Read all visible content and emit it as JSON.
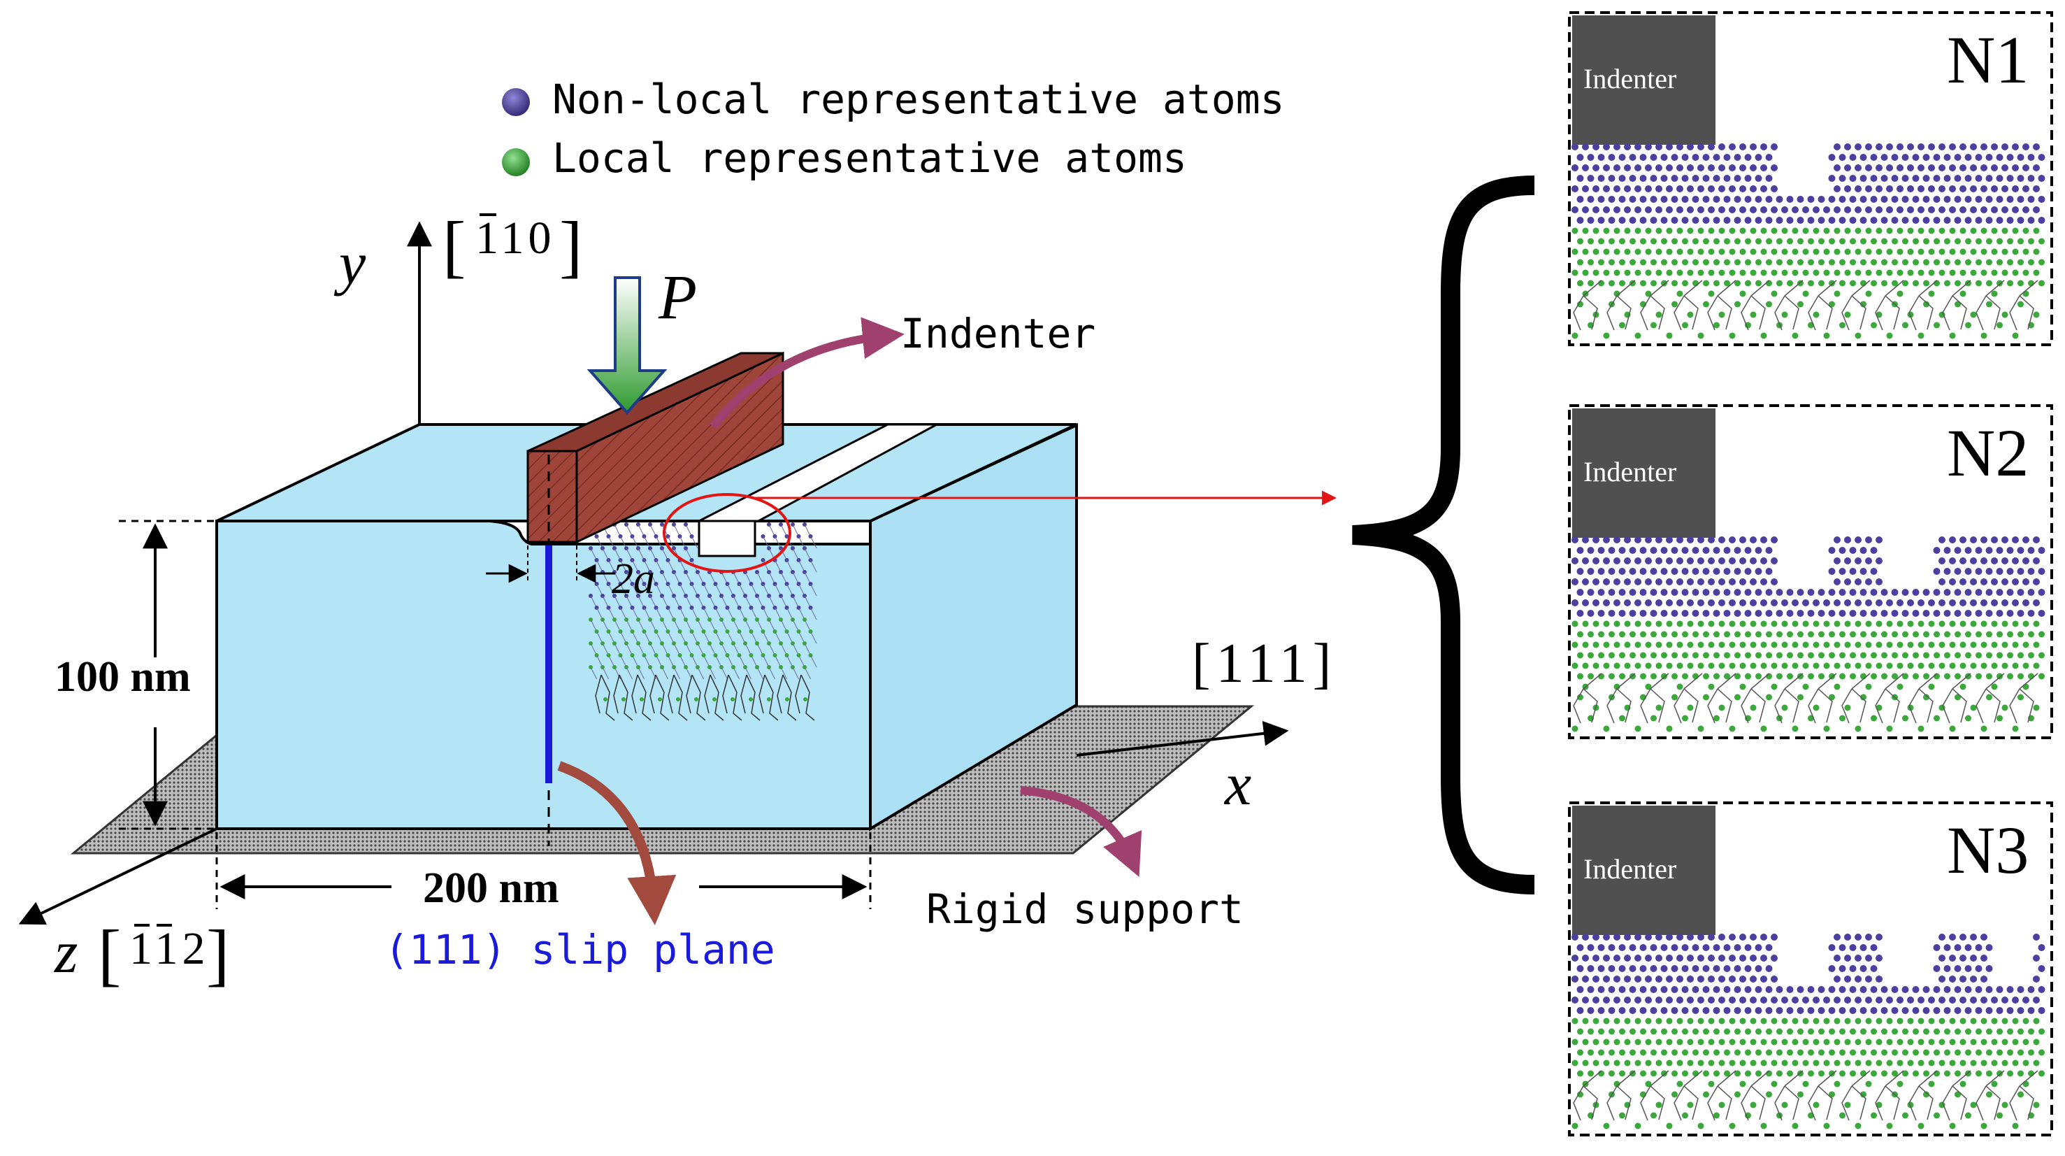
{
  "legend": {
    "nonlocal_label": "Non-local representative atoms",
    "local_label": "Local representative atoms",
    "nonlocal_color": "#4b3fa0",
    "local_color": "#3aa83a"
  },
  "axes": {
    "y_label": "y",
    "y_direction_pre": "[",
    "y_direction_digits": "110",
    "y_direction_post": "]",
    "x_label": "x",
    "x_direction": "[111]",
    "z_label": "z",
    "z_direction_pre": "[",
    "z_direction_digits": "112",
    "z_direction_post": "]"
  },
  "load_label": "P",
  "indenter_label": "Indenter",
  "width_label": "2a",
  "height_label": "100 nm",
  "length_label": "200 nm",
  "slip_plane_label": "(111) slip plane",
  "support_label": "Rigid support",
  "panels": [
    {
      "id": "N1",
      "indenter_text": "Indenter"
    },
    {
      "id": "N2",
      "indenter_text": "Indenter"
    },
    {
      "id": "N3",
      "indenter_text": "Indenter"
    }
  ],
  "colors": {
    "block_face": "#b3e5f7",
    "indenter": "#a0453a",
    "arrow_purple": "#a0406e",
    "arrow_brown": "#a24a3d",
    "slip_blue": "#1a1adb",
    "pointer_red": "#e31414",
    "support_gray": "#8a8a8a",
    "panel_indenter": "#505050"
  }
}
